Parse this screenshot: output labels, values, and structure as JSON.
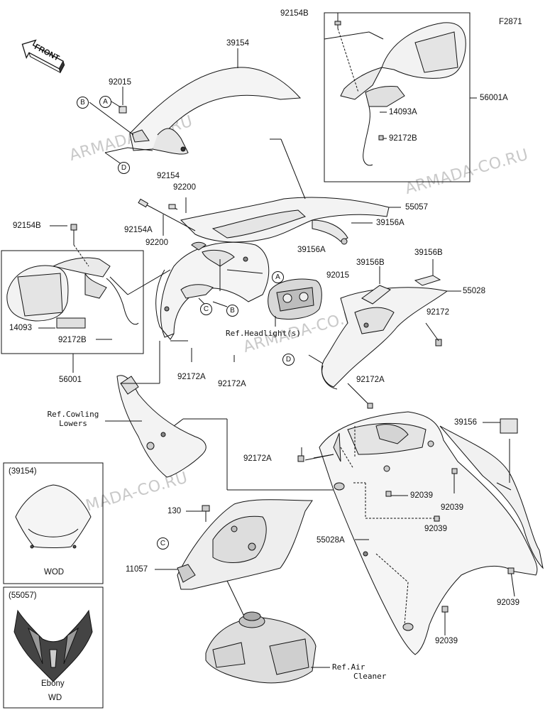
{
  "figure_code": "F2871",
  "front_label": "FRONT",
  "watermark": "ARMADA-CO.RU",
  "parts": {
    "p39154": "39154",
    "p92015_top": "92015",
    "p92154b_top": "92154B",
    "p56001a": "56001A",
    "p14093a": "14093A",
    "p92172b_top": "92172B",
    "p92154": "92154",
    "p92200_top": "92200",
    "p92154a": "92154A",
    "p92200_bot": "92200",
    "p55057": "55057",
    "p39156a_right": "39156A",
    "p39156a_mid": "39156A",
    "p92154b_left": "92154B",
    "p39156b_1": "39156B",
    "p39156b_2": "39156B",
    "p92015_mid": "92015",
    "p55028": "55028",
    "p14093": "14093",
    "p92172b_left": "92172B",
    "p92172": "92172",
    "p56001": "56001",
    "p92172a_1": "92172A",
    "p92172a_2": "92172A",
    "p92172a_3": "92172A",
    "p92172a_4": "92172A",
    "p39156": "39156",
    "p92039_1": "92039",
    "p92039_2": "92039",
    "p92039_3": "92039",
    "p92039_4": "92039",
    "p92039_5": "92039",
    "p130": "130",
    "p55028a": "55028A",
    "p11057": "11057"
  },
  "refs": {
    "headlight": "Ref.Headlight(s)",
    "cowling_1": "Ref.Cowling",
    "cowling_2": "Lowers",
    "air_1": "Ref.Air",
    "air_2": "Cleaner"
  },
  "callouts": {
    "a": "A",
    "b": "B",
    "c": "C",
    "d": "D"
  },
  "insets": {
    "wod_code": "(39154)",
    "wod_caption": "WOD",
    "wd_code": "(55057)",
    "wd_color": "Ebony",
    "wd_caption": "WD"
  }
}
